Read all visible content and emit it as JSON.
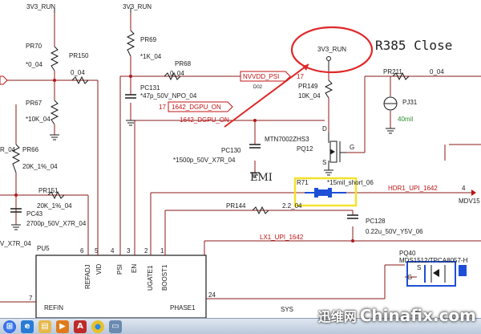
{
  "power_nets": [
    "3V3_RUN",
    "3V3_RUN"
  ],
  "annotation": {
    "circled_label": "3V3_RUN",
    "note": "R385 Close",
    "emi_text": "EMI"
  },
  "resistors": {
    "pr70": {
      "ref": "PR70",
      "value": "*0_04"
    },
    "pr150": {
      "ref": "PR150",
      "value": "0_04"
    },
    "pr67": {
      "ref": "PR67",
      "value": "*10K_04"
    },
    "pr66": {
      "ref": "PR66",
      "value": "20K_1%_04"
    },
    "pr66_left": "R_04",
    "pr151": {
      "ref": "PR151",
      "value": "20K_1%_04"
    },
    "pr69": {
      "ref": "PR69",
      "value": "*1K_04"
    },
    "pr68": {
      "ref": "PR68",
      "value": "0_04"
    },
    "pr149": {
      "ref": "PR149",
      "value": "10K_04"
    },
    "pr211": {
      "ref": "PR211",
      "value": "0_04"
    },
    "pr144": {
      "ref": "PR144",
      "value": "2.2_04"
    },
    "r71": {
      "ref": "R71",
      "value": "*15mil_short_06"
    }
  },
  "capacitors": {
    "pc131": {
      "ref": "PC131",
      "value": "*47p_50V_NPO_04"
    },
    "pc130": {
      "ref": "PC130",
      "value": "*1500p_50V_X7R_04"
    },
    "pc43": {
      "ref": "PC43",
      "value": "2700p_50V_X7R_04"
    },
    "pc43_left": "V_X7R_04",
    "pc128": {
      "ref": "PC128",
      "value": "0.22u_50V_Y5V_06"
    }
  },
  "jumper": {
    "ref": "PJ31",
    "value": "40mil"
  },
  "transistors": {
    "pq12": {
      "part": "MTN7002ZHS3",
      "ref": "PQ12",
      "pins": [
        "D",
        "G",
        "S"
      ]
    },
    "pq40": {
      "ref": "PQ40",
      "part": "MDS1512/TPCA8057-H",
      "pin_s": "S",
      "pin_g": "G"
    },
    "mdv_label": "MDV15"
  },
  "nets": {
    "nvvdd_psi": "NVVDD_PSI",
    "nvvdd_psi_pin": "17",
    "dgpu_on_flag": "1642_DGPU_ON",
    "dgpu_on_pin": "17",
    "dgpu_on": "1642_DGPU_ON",
    "d02": "D02",
    "hdr1": "HDR1_UPI_1642",
    "hdr1_pin": "4",
    "lx1": "LX1_UPI_1642",
    "bottom_center": "SYS"
  },
  "ic": {
    "ref": "PU5",
    "left_pin": {
      "name": "REFIN",
      "num": "7"
    },
    "pins": [
      {
        "name": "REFADJ",
        "num": "6"
      },
      {
        "name": "VID",
        "num": "5"
      },
      {
        "name": "PSI",
        "num": "4"
      },
      {
        "name": "EN",
        "num": "3"
      },
      {
        "name": "UGATE1",
        "num": "2"
      },
      {
        "name": "BOOST1",
        "num": "1"
      }
    ],
    "right_pin": {
      "name": "PHASE1",
      "num": "24"
    }
  },
  "taskbar": {
    "icons": [
      "start-orb",
      "ie-icon",
      "explorer-icon",
      "media-icon",
      "pdf-icon"
    ]
  },
  "watermark": {
    "cn": "迅维网",
    "en": "Chinafix.com"
  },
  "colors": {
    "wire": "#8b1a1a",
    "annotation": "#e0282a",
    "highlight": "#f2e22a",
    "component": "#1a1a1a",
    "ic_blue": "#1d4fd6"
  }
}
